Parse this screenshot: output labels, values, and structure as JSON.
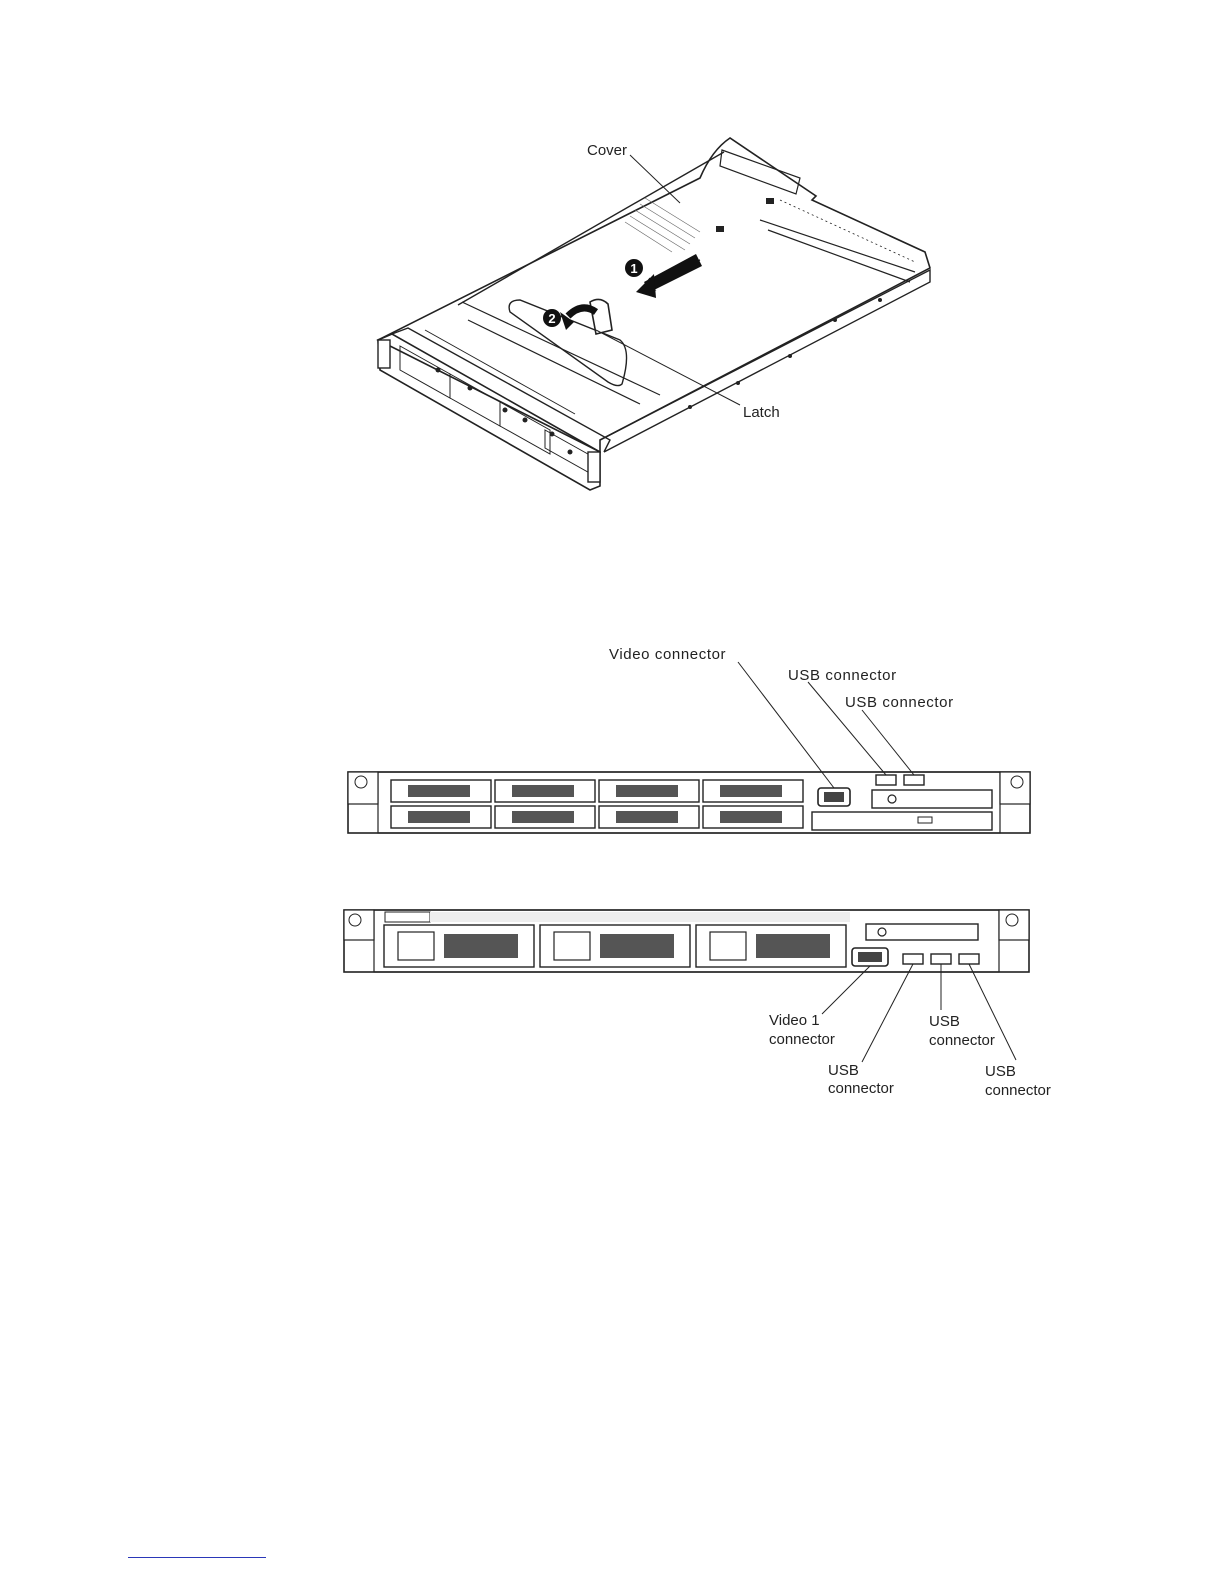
{
  "figures": [
    {
      "id": "cover-removal",
      "labels": {
        "cover": "Cover",
        "latch": "Latch"
      },
      "steps": [
        "1",
        "2"
      ]
    },
    {
      "id": "front-view-8-bay",
      "labels": {
        "video": "Video connector",
        "usb_a": "USB connector",
        "usb_b": "USB connector"
      }
    },
    {
      "id": "front-view-3-bay",
      "labels": {
        "video_line1": "Video 1",
        "video_line2": "connector",
        "usb_left_line1": "USB",
        "usb_left_line2": "connector",
        "usb_mid_line1": "USB",
        "usb_mid_line2": "connector",
        "usb_right_line1": "USB",
        "usb_right_line2": "connector"
      }
    }
  ],
  "colors": {
    "line": "#222222",
    "footer_rule": "#2a37b8"
  }
}
